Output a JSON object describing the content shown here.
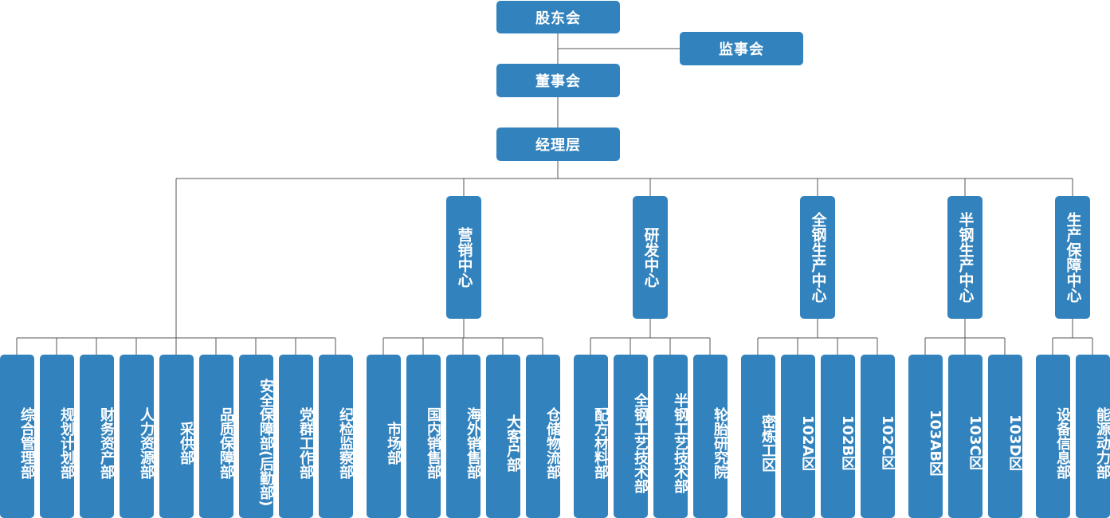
{
  "top": {
    "shareholders": "股东会",
    "supervisors": "监事会",
    "board": "董事会",
    "management": "经理层"
  },
  "centers": [
    {
      "label": "营销中心"
    },
    {
      "label": "研发中心"
    },
    {
      "label": "全钢生产中心"
    },
    {
      "label": "半钢生产中心"
    },
    {
      "label": "生产保障中心"
    }
  ],
  "departments": {
    "direct": [
      "综合管理部",
      "规划计划部",
      "财务资产部",
      "人力资源部",
      "采供部",
      "品质保障部",
      "安全保障部(后勤部)",
      "党群工作部",
      "纪检监察部"
    ],
    "marketing": [
      "市场部",
      "国内销售部",
      "海外销售部",
      "大客户部",
      "仓储物流部"
    ],
    "rnd": [
      "配方材料部",
      "全钢工艺技术部",
      "半钢工艺技术部",
      "轮胎研究院"
    ],
    "allsteel": [
      "密炼工区",
      "102A区",
      "102B区",
      "102C区"
    ],
    "semisteel": [
      "103AB区",
      "103C区",
      "103D区"
    ],
    "support": [
      "设备信息部",
      "能源动力部"
    ]
  },
  "colors": {
    "box": "#3282bd",
    "line": "#555555",
    "text": "#ffffff"
  }
}
